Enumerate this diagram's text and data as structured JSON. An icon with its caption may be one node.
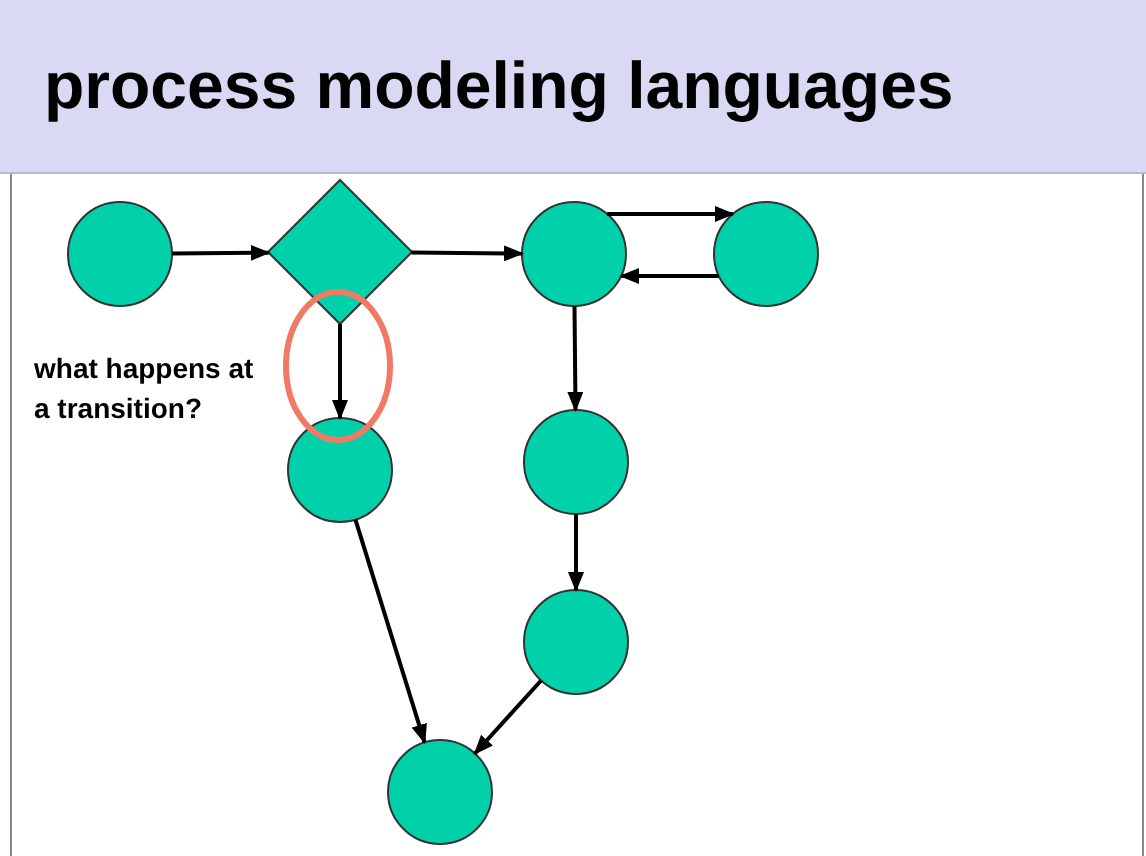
{
  "diagram": {
    "title": "process modeling languages",
    "nodes": [
      {
        "text": [],
        "shape": "circle"
      },
      {
        "text": [],
        "shape": "diamond"
      },
      {
        "text": [],
        "shape": "circle"
      },
      {
        "text": [],
        "shape": "circle"
      },
      {
        "text": [],
        "shape": "circle"
      },
      {
        "text": [],
        "shape": "circle"
      },
      {
        "text": [],
        "shape": "circle"
      },
      {
        "text": [],
        "shape": "circle"
      }
    ],
    "edges": [
      {
        "from": 0,
        "to": 1,
        "arrow": "to"
      },
      {
        "from": 1,
        "to": 2,
        "arrow": "to"
      },
      {
        "from": 2,
        "to": 3,
        "arrow": "to"
      },
      {
        "from": 3,
        "to": 2,
        "arrow": "to"
      },
      {
        "from": 1,
        "to": 4,
        "arrow": "to"
      },
      {
        "from": 2,
        "to": 5,
        "arrow": "to"
      },
      {
        "from": 5,
        "to": 6,
        "arrow": "to"
      },
      {
        "from": 4,
        "to": 7,
        "arrow": "to"
      },
      {
        "from": 6,
        "to": 7,
        "arrow": "to"
      }
    ],
    "labels": [
      "what happens at a transition?"
    ]
  }
}
